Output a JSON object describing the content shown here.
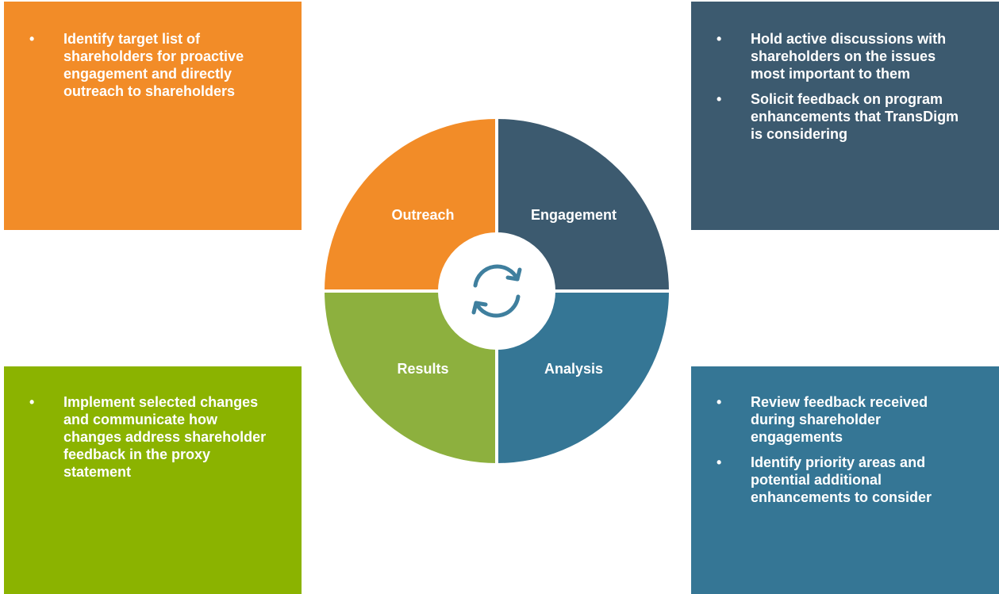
{
  "colors": {
    "outreach": "#F28C28",
    "engagement": "#3C5A6F",
    "analysis": "#357695",
    "results": "#8DB03E",
    "results_box": "#8BB300",
    "icon": "#3F7F9E"
  },
  "center_icon": "refresh-cycle-icon",
  "segments": {
    "outreach": "Outreach",
    "engagement": "Engagement",
    "analysis": "Analysis",
    "results": "Results"
  },
  "boxes": {
    "outreach": {
      "bullet": "•",
      "items": [
        "Identify target list of shareholders for proactive engagement and directly outreach to shareholders"
      ]
    },
    "engagement": {
      "bullet": "•",
      "items": [
        "Hold active discussions with shareholders on the issues most important to them",
        "Solicit feedback on program enhancements that TransDigm is considering"
      ]
    },
    "results": {
      "bullet": "•",
      "items": [
        "Implement selected changes and communicate how changes address shareholder feedback in the proxy statement"
      ]
    },
    "analysis": {
      "bullet": "•",
      "items": [
        "Review feedback received during shareholder engagements",
        "Identify priority areas and potential additional enhancements to consider"
      ]
    }
  }
}
